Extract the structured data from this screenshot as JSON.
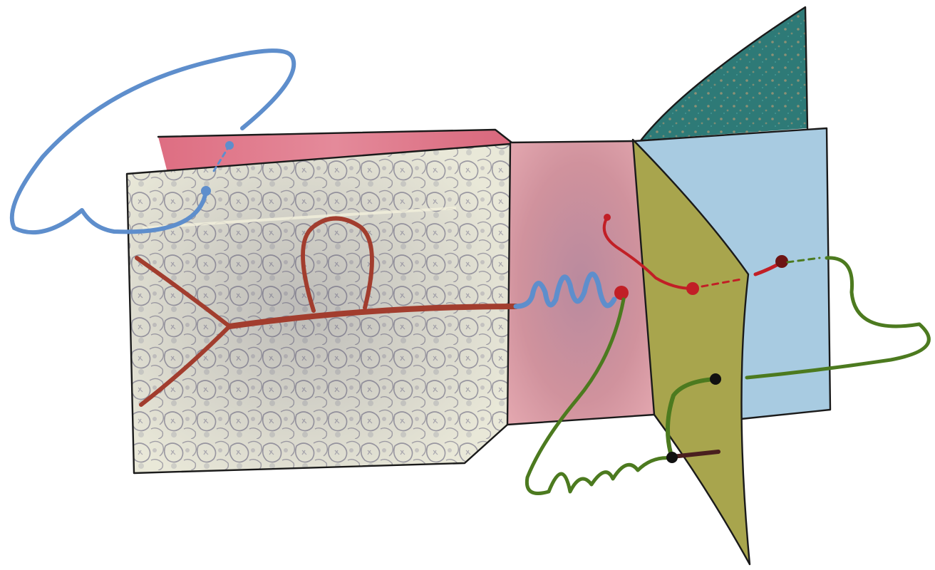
{
  "colors": {
    "background": "#ffffff",
    "front_face": "#e9e8d8",
    "cell_pattern": "#5b5876",
    "top_face": "#dd6f82",
    "middle_panel": "#c98a98",
    "olive_plane": "#a8a54d",
    "blue_plane": "#a8cbe1",
    "teal_flag": "#2e7a77",
    "flag_speckle": "#d9a273",
    "blue_wire": "#5e8ecc",
    "brown_wire": "#a23d2e",
    "red_wire": "#c11f26",
    "green_wire": "#4c7a1f",
    "black_dot": "#111111",
    "dark_red_dot": "#6d1413",
    "dark_stub": "#4a1f1f",
    "outline": "#1a1a1a"
  },
  "elements": [
    "front-face",
    "top-face",
    "middle-panel",
    "olive-plane",
    "blue-plane",
    "teal-flag",
    "blue-wire",
    "brown-wire",
    "red-wire",
    "green-wire"
  ]
}
